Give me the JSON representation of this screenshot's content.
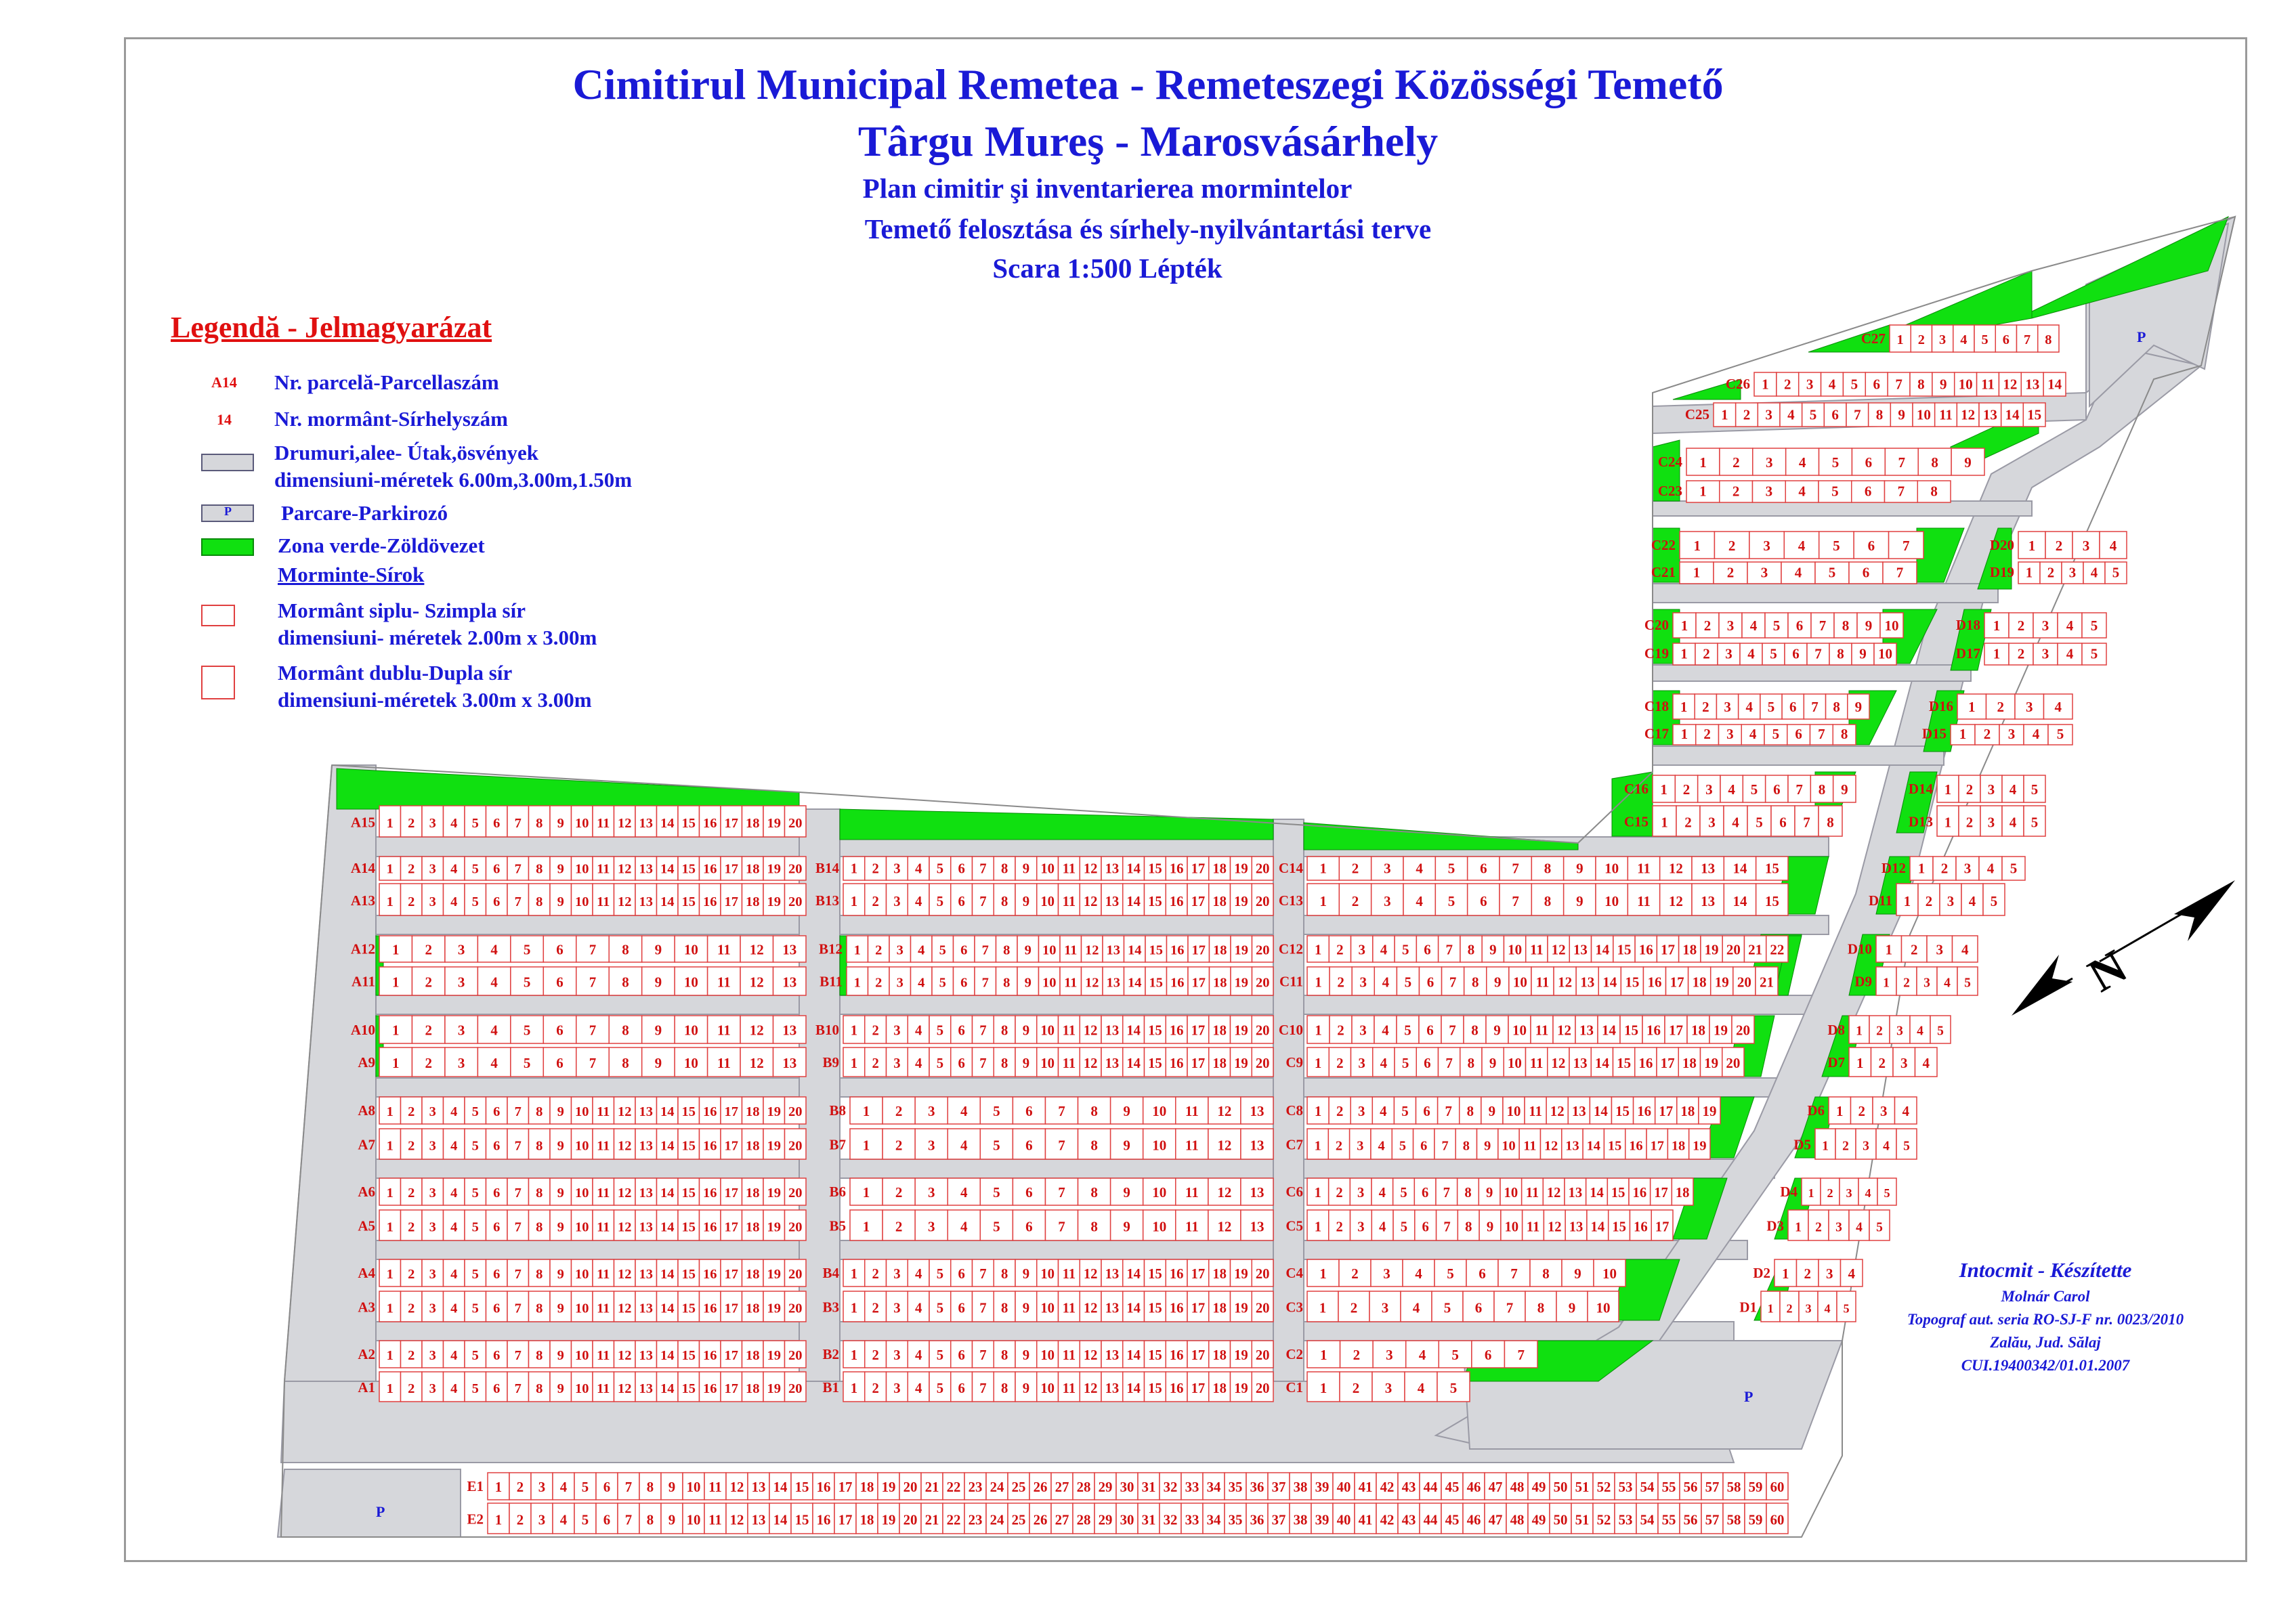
{
  "title": {
    "line1": "Cimitirul Municipal Remetea - Remeteszegi Közösségi Temető",
    "line2": "Târgu Mureş - Marosvásárhely",
    "line3": "Plan cimitir şi inventarierea mormintelor",
    "line4": "Temető felosztása és sírhely-nyilvántartási terve",
    "line5": "Scara 1:500 Lépték"
  },
  "legend": {
    "heading": "Legendă - Jelmagyarázat",
    "parcel_symbol": "A14",
    "parcel_label": "Nr. parcelă-Parcellaszám",
    "grave_symbol": "14",
    "grave_label": "Nr. mormânt-Sírhelyszám",
    "roads_label_1": "Drumuri,alee- Útak,ösvények",
    "roads_label_2": "dimensiuni-méretek 6.00m,3.00m,1.50m",
    "parking_symbol": "P",
    "parking_label": "Parcare-Parkirozó",
    "green_label": "Zona verde-Zöldövezet",
    "graves_heading": "Morminte-Sírok",
    "single_label_1": "Mormânt siplu- Szimpla sír",
    "single_label_2": "dimensiuni- méretek 2.00m x 3.00m",
    "double_label_1": "Mormânt dublu-Dupla sír",
    "double_label_2": "dimensiuni-méretek 3.00m x 3.00m"
  },
  "credits": {
    "line1": "Intocmit -  Készítette",
    "line2": "Molnár Carol",
    "line3": "Topograf aut. seria RO-SJ-F nr. 0023/2010",
    "line4": "Zalău, Jud. Sălaj",
    "line5": "CUI.19400342/01.01.2007"
  },
  "north_label": "N",
  "parking_label": "P",
  "colors": {
    "title": "#1a1ad6",
    "legend_heading": "#e01010",
    "grave_numbers": "#d01010",
    "road": "#d6d7db",
    "green": "#10e010",
    "grave_border": "#e04040"
  },
  "parcels": [
    {
      "id": "A15",
      "count": 20,
      "row": "A15"
    },
    {
      "id": "A14",
      "count": 20,
      "row": "A14"
    },
    {
      "id": "A13",
      "count": 20,
      "row": "A13"
    },
    {
      "id": "A12",
      "count": 13,
      "row": "A12"
    },
    {
      "id": "A11",
      "count": 13,
      "row": "A11"
    },
    {
      "id": "A10",
      "count": 13,
      "row": "A10"
    },
    {
      "id": "A9",
      "count": 13,
      "row": "A9"
    },
    {
      "id": "A8",
      "count": 20,
      "row": "A8"
    },
    {
      "id": "A7",
      "count": 20,
      "row": "A7"
    },
    {
      "id": "A6",
      "count": 20,
      "row": "A6"
    },
    {
      "id": "A5",
      "count": 20,
      "row": "A5"
    },
    {
      "id": "A4",
      "count": 20,
      "row": "A4"
    },
    {
      "id": "A3",
      "count": 20,
      "row": "A3"
    },
    {
      "id": "A2",
      "count": 20,
      "row": "A2"
    },
    {
      "id": "A1",
      "count": 20,
      "row": "A1"
    },
    {
      "id": "B14",
      "count": 20
    },
    {
      "id": "B13",
      "count": 20
    },
    {
      "id": "B12",
      "count": 20
    },
    {
      "id": "B11",
      "count": 20
    },
    {
      "id": "B10",
      "count": 20
    },
    {
      "id": "B9",
      "count": 20
    },
    {
      "id": "B8",
      "count": 13
    },
    {
      "id": "B7",
      "count": 13
    },
    {
      "id": "B6",
      "count": 13
    },
    {
      "id": "B5",
      "count": 13
    },
    {
      "id": "B4",
      "count": 20
    },
    {
      "id": "B3",
      "count": 20
    },
    {
      "id": "B2",
      "count": 20
    },
    {
      "id": "B1",
      "count": 20
    },
    {
      "id": "C14",
      "count": 15
    },
    {
      "id": "C13",
      "count": 15
    },
    {
      "id": "C12",
      "count": 22
    },
    {
      "id": "C11",
      "count": 21
    },
    {
      "id": "C10",
      "count": 20
    },
    {
      "id": "C9",
      "count": 20
    },
    {
      "id": "C8",
      "count": 19
    },
    {
      "id": "C7",
      "count": 19
    },
    {
      "id": "C6",
      "count": 18
    },
    {
      "id": "C5",
      "count": 17
    },
    {
      "id": "C4",
      "count": 10
    },
    {
      "id": "C3",
      "count": 10
    },
    {
      "id": "C2",
      "count": 7
    },
    {
      "id": "C1",
      "count": 5
    },
    {
      "id": "C16",
      "count": 9
    },
    {
      "id": "C15",
      "count": 8
    },
    {
      "id": "C18",
      "count": 9
    },
    {
      "id": "C17",
      "count": 8
    },
    {
      "id": "C20",
      "count": 10
    },
    {
      "id": "C19",
      "count": 10
    },
    {
      "id": "C22",
      "count": 7
    },
    {
      "id": "C21",
      "count": 7
    },
    {
      "id": "C24",
      "count": 9
    },
    {
      "id": "C23",
      "count": 8
    },
    {
      "id": "C26",
      "count": 14
    },
    {
      "id": "C25",
      "count": 15
    },
    {
      "id": "C27",
      "count": 8
    },
    {
      "id": "D20",
      "count": 4
    },
    {
      "id": "D19",
      "count": 5
    },
    {
      "id": "D18",
      "count": 5
    },
    {
      "id": "D17",
      "count": 5
    },
    {
      "id": "D16",
      "count": 4
    },
    {
      "id": "D15",
      "count": 5
    },
    {
      "id": "D14",
      "count": 5
    },
    {
      "id": "D13",
      "count": 5
    },
    {
      "id": "D12",
      "count": 5
    },
    {
      "id": "D11",
      "count": 5
    },
    {
      "id": "D10",
      "count": 4
    },
    {
      "id": "D9",
      "count": 5
    },
    {
      "id": "D8",
      "count": 5
    },
    {
      "id": "D7",
      "count": 4
    },
    {
      "id": "D6",
      "count": 4
    },
    {
      "id": "D5",
      "count": 5
    },
    {
      "id": "D4",
      "count": 5
    },
    {
      "id": "D3",
      "count": 5
    },
    {
      "id": "D2",
      "count": 4
    },
    {
      "id": "D1",
      "count": 5
    },
    {
      "id": "E1",
      "count": 60
    },
    {
      "id": "E2",
      "count": 60
    }
  ]
}
